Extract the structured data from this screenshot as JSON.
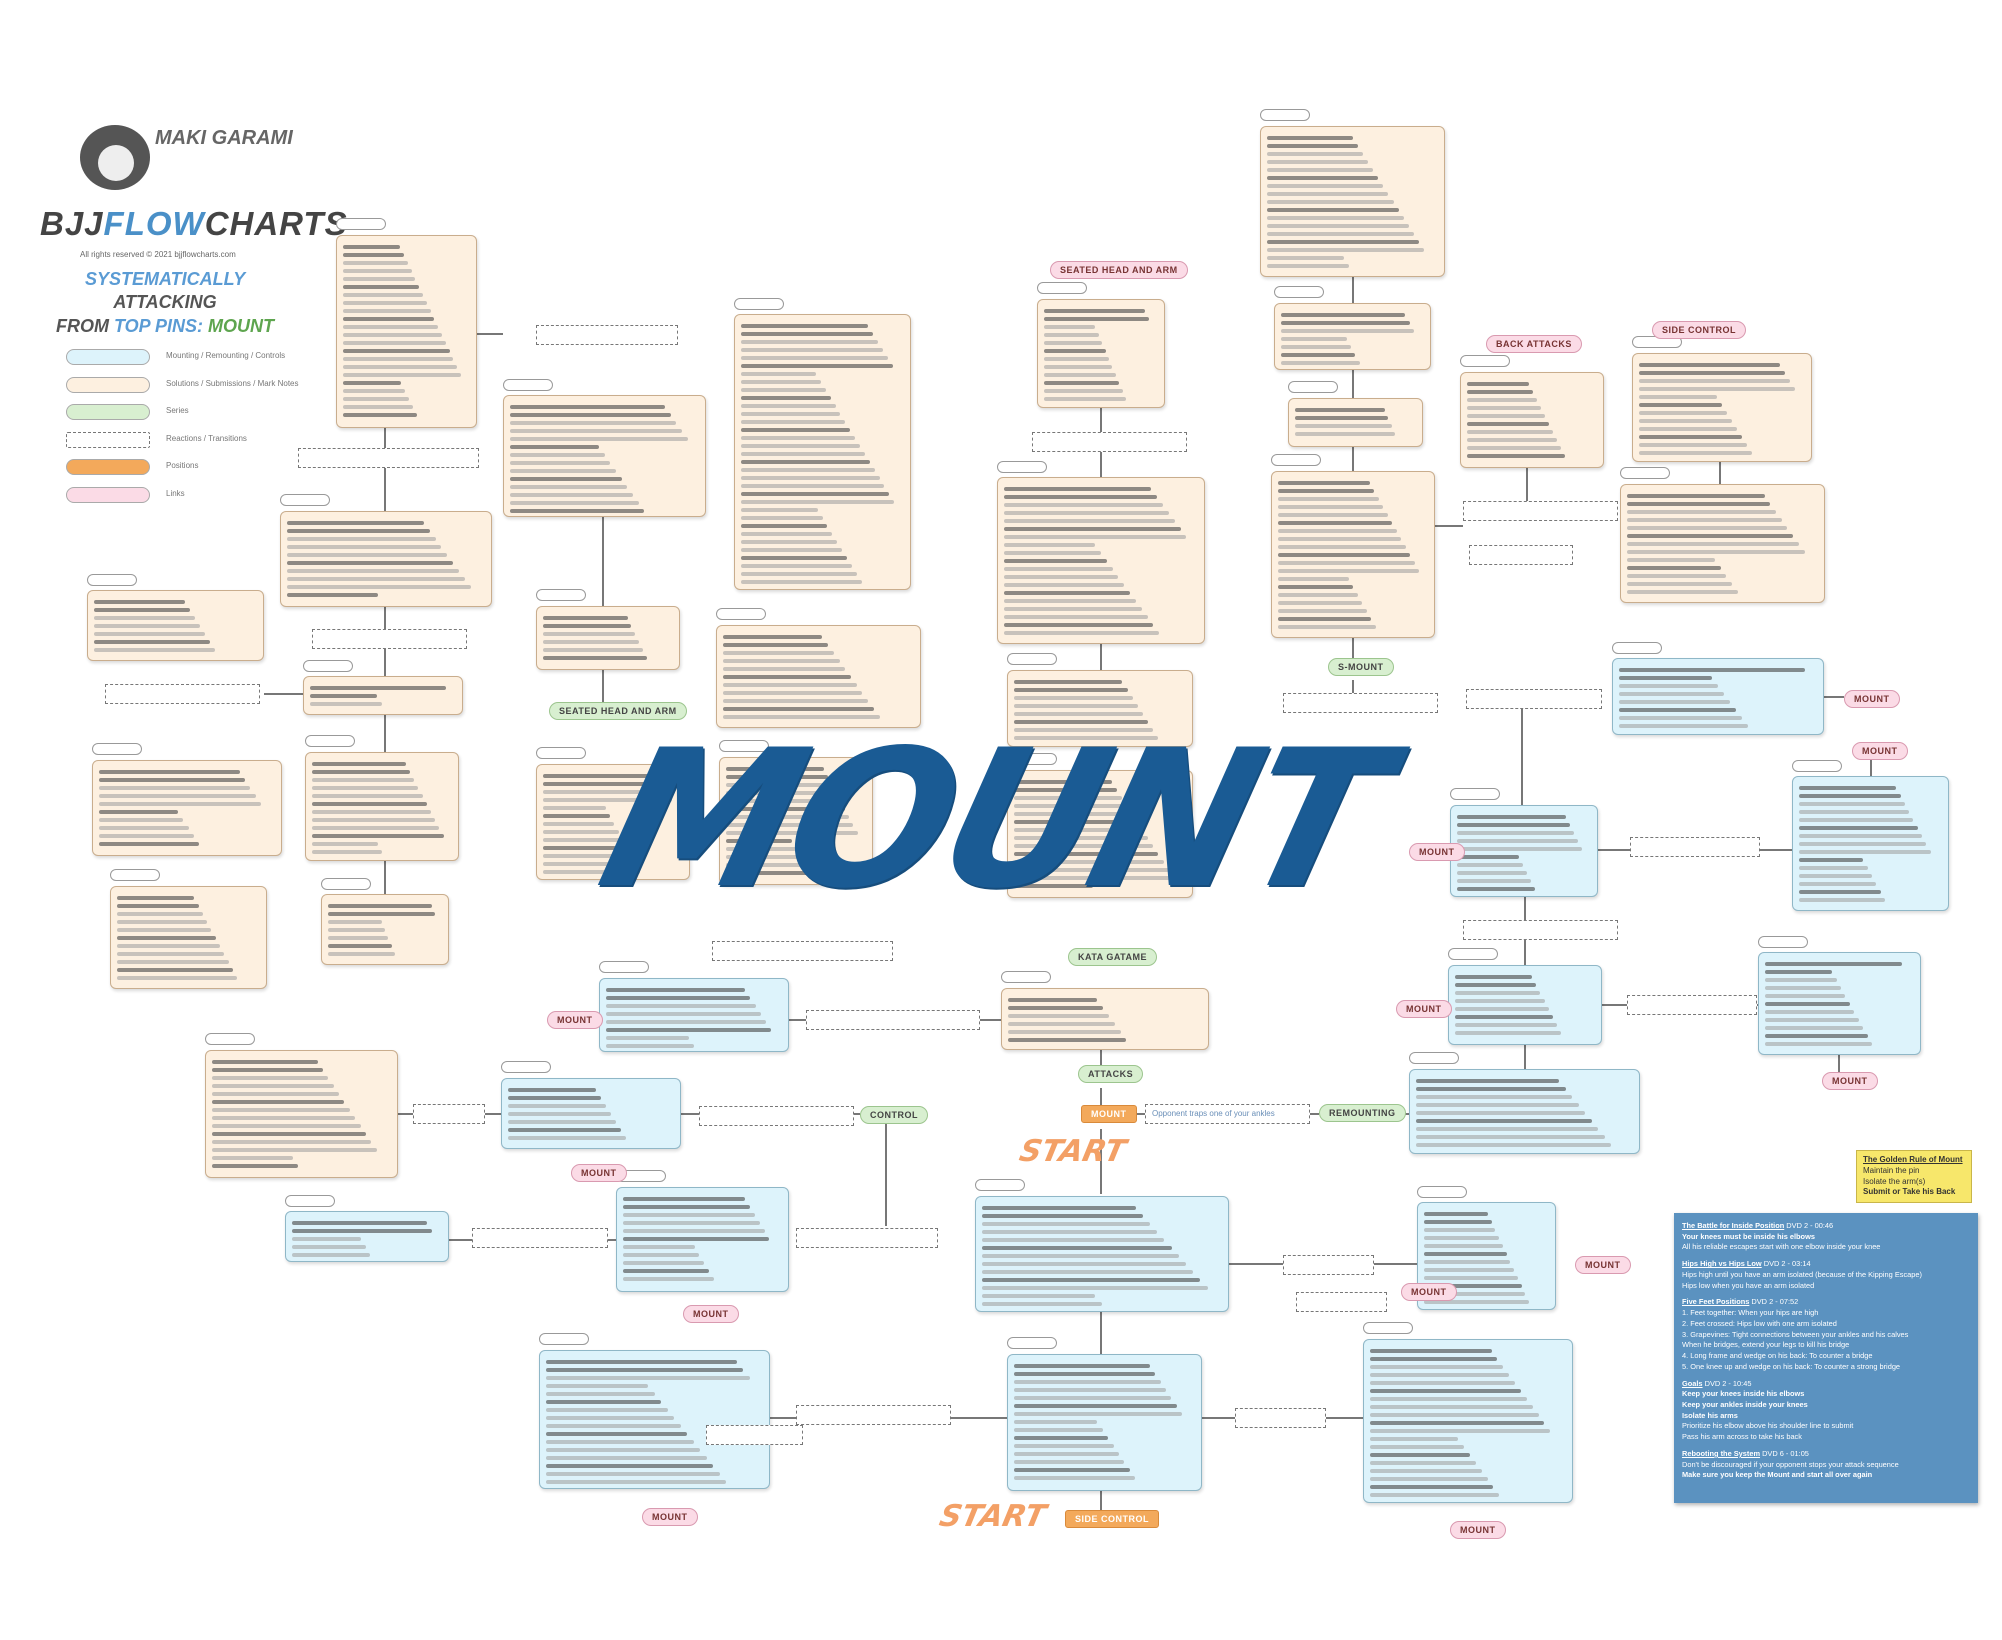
{
  "header": {
    "logo_text": "MAKI GARAMI",
    "brand_part1": "BJJ",
    "brand_part2": "FLOW",
    "brand_part3": "CHARTS",
    "copyright": "All rights reserved © 2021 bjjflowcharts.com",
    "tagline_1": "SYSTEMATICALLY",
    "tagline_2": "ATTACKING",
    "tagline_3": "FROM",
    "tagline_4": "TOP PINS:",
    "tagline_5": "MOUNT"
  },
  "legend": [
    {
      "label": "Mounting / Remounting / Controls",
      "color": "#ddf3fb"
    },
    {
      "label": "Solutions / Submissions / Mark Notes",
      "color": "#fdf0e0"
    },
    {
      "label": "Series",
      "color": "#d8efd0"
    },
    {
      "label": "Reactions / Transitions",
      "color": "#ffffff"
    },
    {
      "label": "Positions",
      "color": "#f3a95b"
    },
    {
      "label": "Links",
      "color": "#fbdbe6"
    }
  ],
  "big_title": "MOUNT",
  "start_labels": [
    "START",
    "START"
  ],
  "positions": {
    "mount": "MOUNT",
    "side_control": "SIDE CONTROL"
  },
  "series": {
    "seated_head_and_arm": "SEATED HEAD AND ARM",
    "s_mount": "S-MOUNT",
    "kata_gatame": "KATA GATAME",
    "attacks": "ATTACKS",
    "control": "CONTROL",
    "remounting": "REMOUNTING"
  },
  "links": [
    "SEATED HEAD AND ARM",
    "BACK ATTACKS",
    "SIDE CONTROL",
    "MOUNT",
    "MOUNT",
    "MOUNT",
    "MOUNT",
    "MOUNT",
    "MOUNT",
    "MOUNT",
    "MOUNT",
    "MOUNT",
    "MOUNT",
    "MOUNT",
    "MOUNT"
  ],
  "reactions": {
    "steps_ankle": "Opponent traps one of your ankles"
  },
  "golden_rule": {
    "title": "The Golden Rule of Mount",
    "lines": [
      "Maintain the pin",
      "Isolate the arm(s)",
      "Submit or Take his Back"
    ]
  },
  "notes": [
    {
      "title": "The Battle for Inside Position",
      "ref": " DVD 2 - 00:46",
      "lines": [
        {
          "t": "Your knees must be inside his elbows",
          "b": true
        },
        {
          "t": "All his reliable escapes start with one elbow inside your knee",
          "b": false
        }
      ]
    },
    {
      "title": "Hips High vs Hips Low",
      "ref": " DVD 2 - 03:14",
      "lines": [
        {
          "t": "Hips high until you have an arm isolated (because of the Kipping Escape)",
          "b": false
        },
        {
          "t": "Hips low when you have an arm isolated",
          "b": false
        }
      ]
    },
    {
      "title": "Five Feet Positions",
      "ref": " DVD 2 - 07:52",
      "lines": [
        {
          "t": "1. Feet together: When your hips are high",
          "b": false
        },
        {
          "t": "2. Feet crossed: Hips low with one arm isolated",
          "b": false
        },
        {
          "t": "3. Grapevines: Tight connections between your ankles and his calves",
          "b": false
        },
        {
          "t": "When he bridges, extend your legs to kill his bridge",
          "b": false
        },
        {
          "t": "4. Long frame and wedge on his back: To counter a bridge",
          "b": false
        },
        {
          "t": "5. One knee up and wedge on his back: To counter a strong bridge",
          "b": false
        }
      ]
    },
    {
      "title": "Goals",
      "ref": " DVD 2 - 10:45",
      "lines": [
        {
          "t": "Keep your knees inside his elbows",
          "b": true
        },
        {
          "t": "Keep your ankles inside your knees",
          "b": true
        },
        {
          "t": "Isolate his arms",
          "b": true
        },
        {
          "t": "Prioritize his elbow above his shoulder line to submit",
          "b": false
        },
        {
          "t": "Pass his arm across to take his back",
          "b": false
        }
      ]
    },
    {
      "title": "Rebooting the System",
      "ref": " DVD 6 - 01:05",
      "lines": [
        {
          "t": "Don't be discouraged if your opponent stops your attack sequence",
          "b": false
        },
        {
          "t": "Make sure you keep the Mount and start all over again",
          "b": true
        }
      ]
    }
  ],
  "colors": {
    "mount_title": "#1a5b94",
    "start": "#f3a066",
    "notes_bg": "#5b92c0",
    "golden_bg": "#f7e76b"
  }
}
